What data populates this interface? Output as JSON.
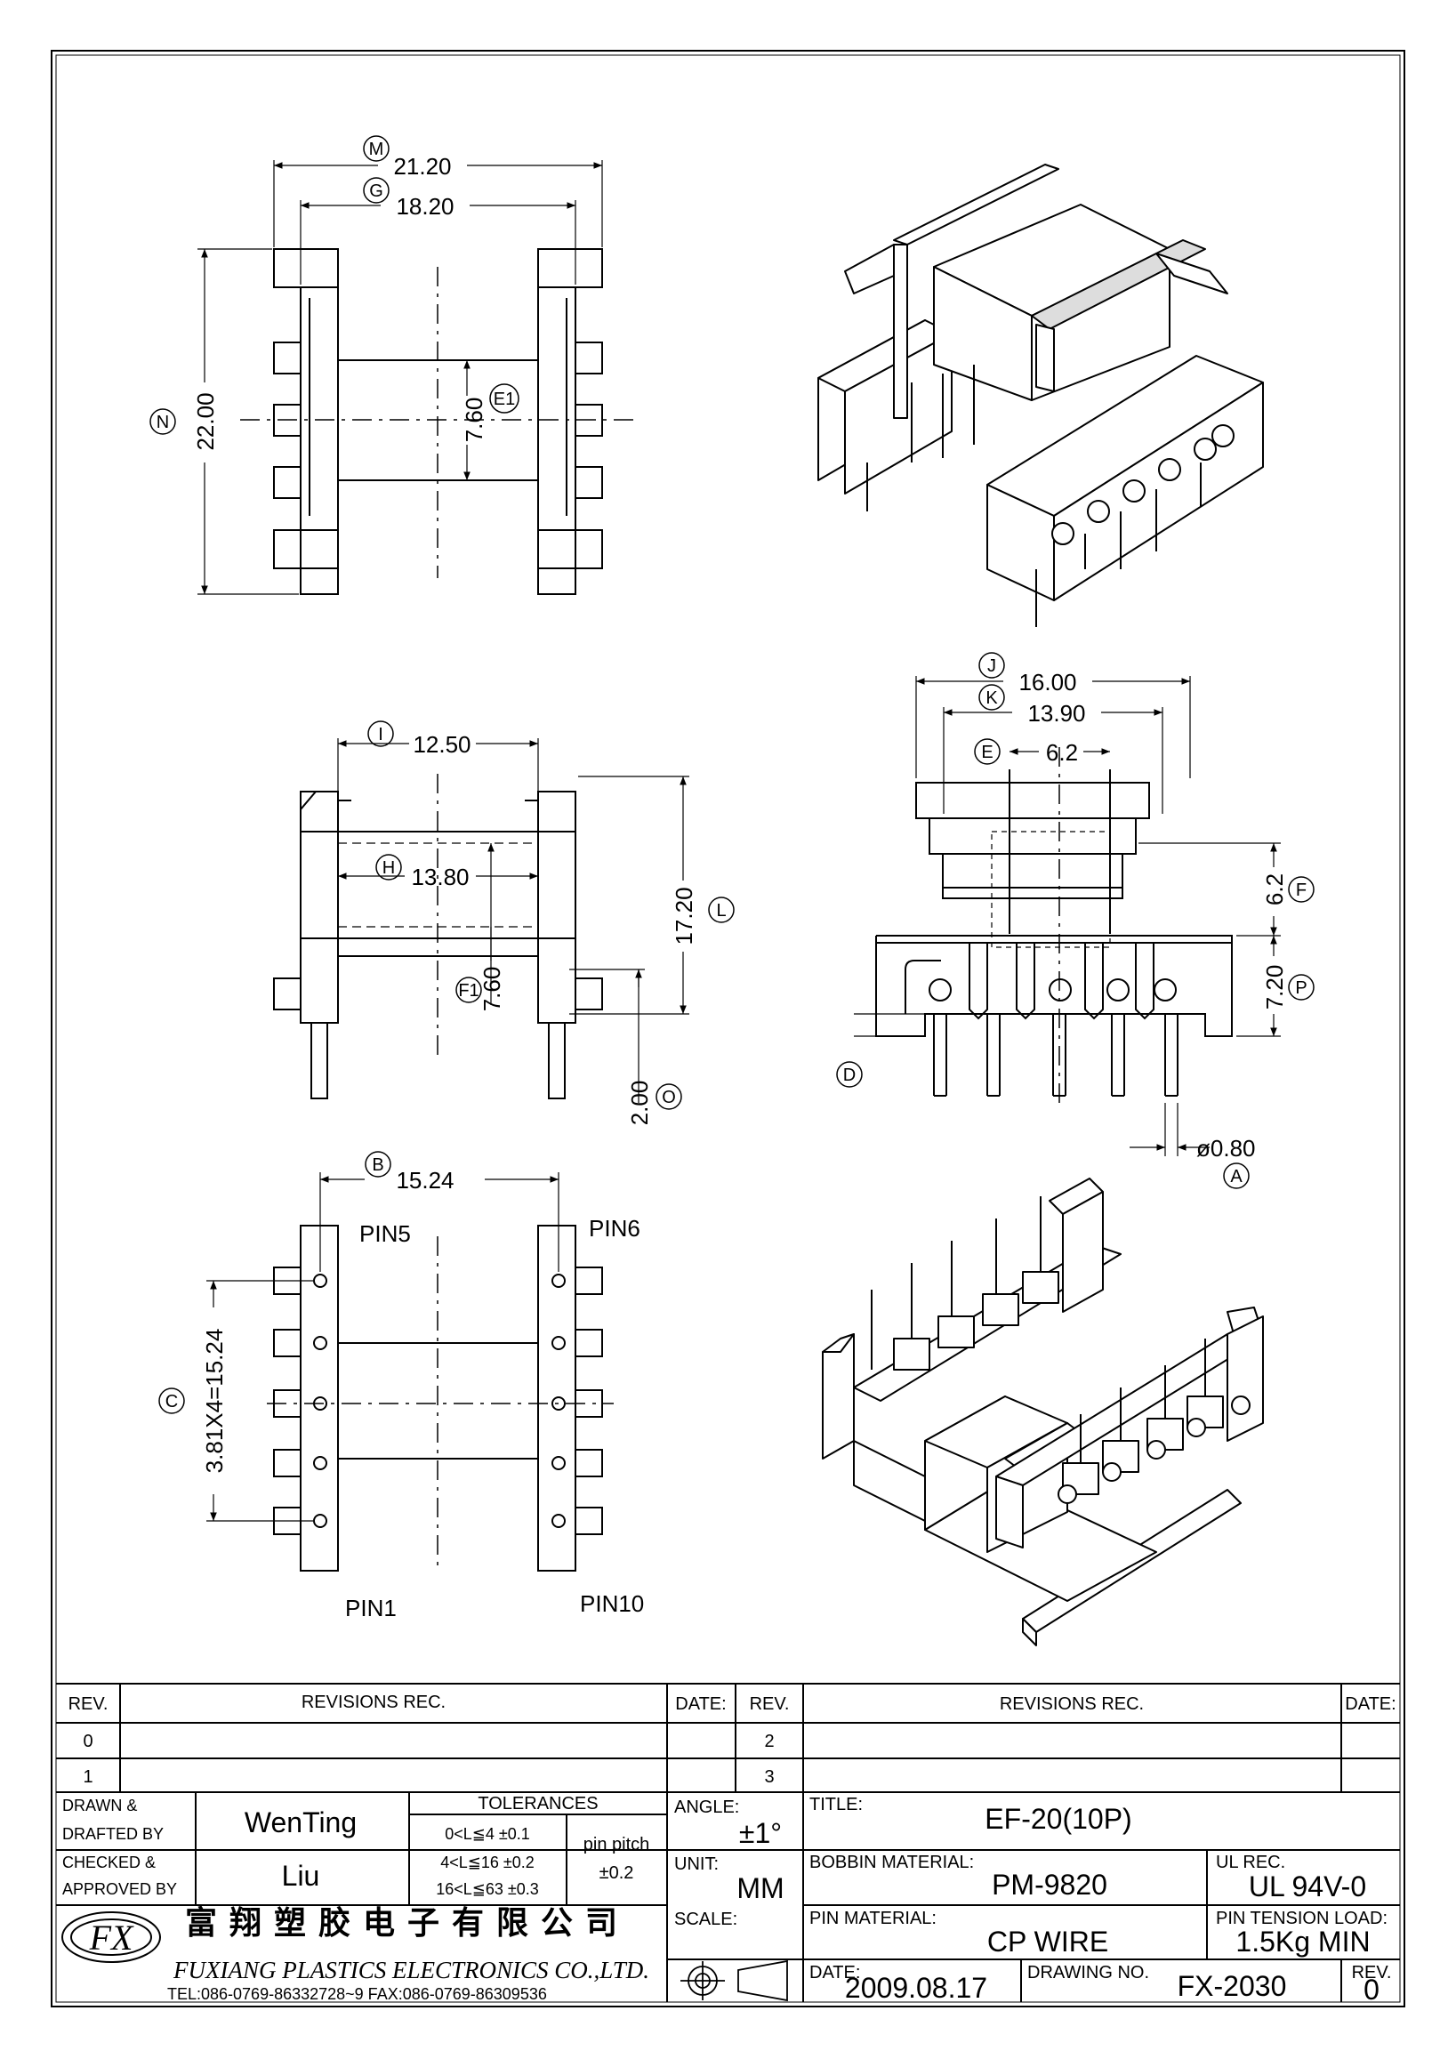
{
  "top_view": {
    "dimensions": {
      "M": "21.20",
      "G": "18.20",
      "N": "22.00",
      "E1": "7.60"
    },
    "labels": {
      "M": "M",
      "G": "G",
      "N": "N",
      "E1": "E1"
    }
  },
  "side_view": {
    "dimensions": {
      "I": "12.50",
      "H": "13.80",
      "F1": "7.60",
      "L": "17.20",
      "O": "2.00"
    },
    "labels": {
      "I": "I",
      "H": "H",
      "F1": "F1",
      "L": "L",
      "O": "O"
    }
  },
  "front_view": {
    "dimensions": {
      "J": "16.00",
      "K": "13.90",
      "E": "6.2",
      "F": "6.2",
      "P": "7.20",
      "A": "ø0.80"
    },
    "labels": {
      "J": "J",
      "K": "K",
      "E": "E",
      "F": "F",
      "P": "P",
      "A": "A",
      "D": "D"
    }
  },
  "bottom_view": {
    "dimensions": {
      "B": "15.24",
      "C": "3.81X4=15.24"
    },
    "labels": {
      "B": "B",
      "C": "C"
    },
    "pins": {
      "pin5": "PIN5",
      "pin6": "PIN6",
      "pin1": "PIN1",
      "pin10": "PIN10"
    }
  },
  "title_block": {
    "revisions": {
      "rev_header": "REV.",
      "revisions_header": "REVISIONS    REC.",
      "date_header": "DATE:",
      "rows_left": [
        "0",
        "1"
      ],
      "rows_right": [
        "2",
        "3"
      ]
    },
    "drawn_label": "DRAWN &\nDRAFTED BY",
    "drawn_line1": "DRAWN &",
    "drawn_line2": "DRAFTED BY",
    "drawn_by": "WenTing",
    "checked_line1": "CHECKED &",
    "checked_line2": "APPROVED BY",
    "checked_by": "Liu",
    "tolerances_header": "TOLERANCES",
    "tolerances": [
      "0<L≦4   ±0.1",
      "4<L≦16  ±0.2",
      "16<L≦63  ±0.3"
    ],
    "pin_pitch_label": "pin  pitch",
    "pin_pitch_value": "±0.2",
    "angle_label": "ANGLE:",
    "angle_value": "±1°",
    "unit_label": "UNIT:",
    "unit_value": "MM",
    "scale_label": "SCALE:",
    "title_label": "TITLE:",
    "title_value": "EF-20(10P)",
    "bobbin_material_label": "BOBBIN  MATERIAL:",
    "bobbin_material_value": "PM-9820",
    "ul_rec_label": "UL REC.",
    "ul_rec_value": "UL  94V-0",
    "pin_material_label": "PIN  MATERIAL:",
    "pin_material_value": "CP  WIRE",
    "pin_tension_label": "PIN  TENSION  LOAD:",
    "pin_tension_value": "1.5Kg  MIN",
    "date_label": "DATE:",
    "date_value": "2009.08.17",
    "drawing_no_label": "DRAWING  NO.",
    "drawing_no_value": "FX-2030",
    "rev_label": "REV.",
    "rev_value": "0",
    "company_cn": "富翔塑胶电子有限公司",
    "company_en": "FUXIANG  PLASTICS  ELECTRONICS  CO.,LTD.",
    "contact": "TEL:086-0769-86332728~9   FAX:086-0769-86309536",
    "logo": "FX"
  }
}
